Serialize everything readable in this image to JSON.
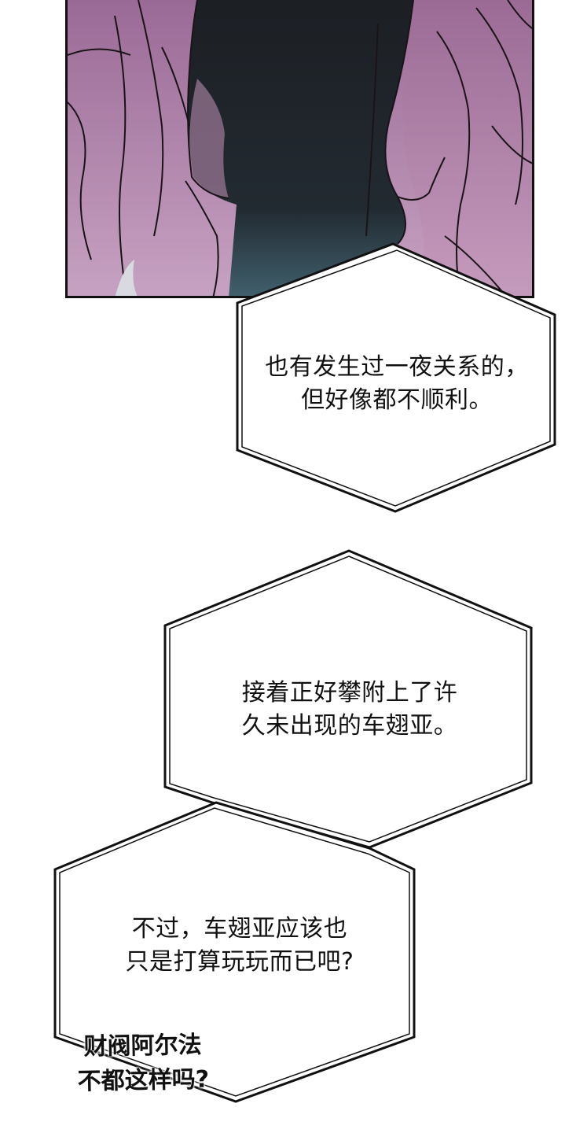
{
  "bubble_1": {
    "lines": [
      "也有发生过一夜关系的，",
      "但好像都不顺利。"
    ]
  },
  "bubble_2": {
    "lines": [
      "接着正好攀附上了许",
      "久未出现的车翅亚。"
    ]
  },
  "bubble_3": {
    "lines": [
      "不过，车翅亚应该也",
      "只是打算玩玩而已吧?"
    ]
  },
  "handwritten": {
    "lines": [
      "财阀阿尔法",
      "不都这样吗?"
    ]
  },
  "colors": {
    "panel_pink": "#a57a9e",
    "panel_dark": "#1d2228",
    "panel_teal": "#3f5a66",
    "ink": "#111111"
  }
}
